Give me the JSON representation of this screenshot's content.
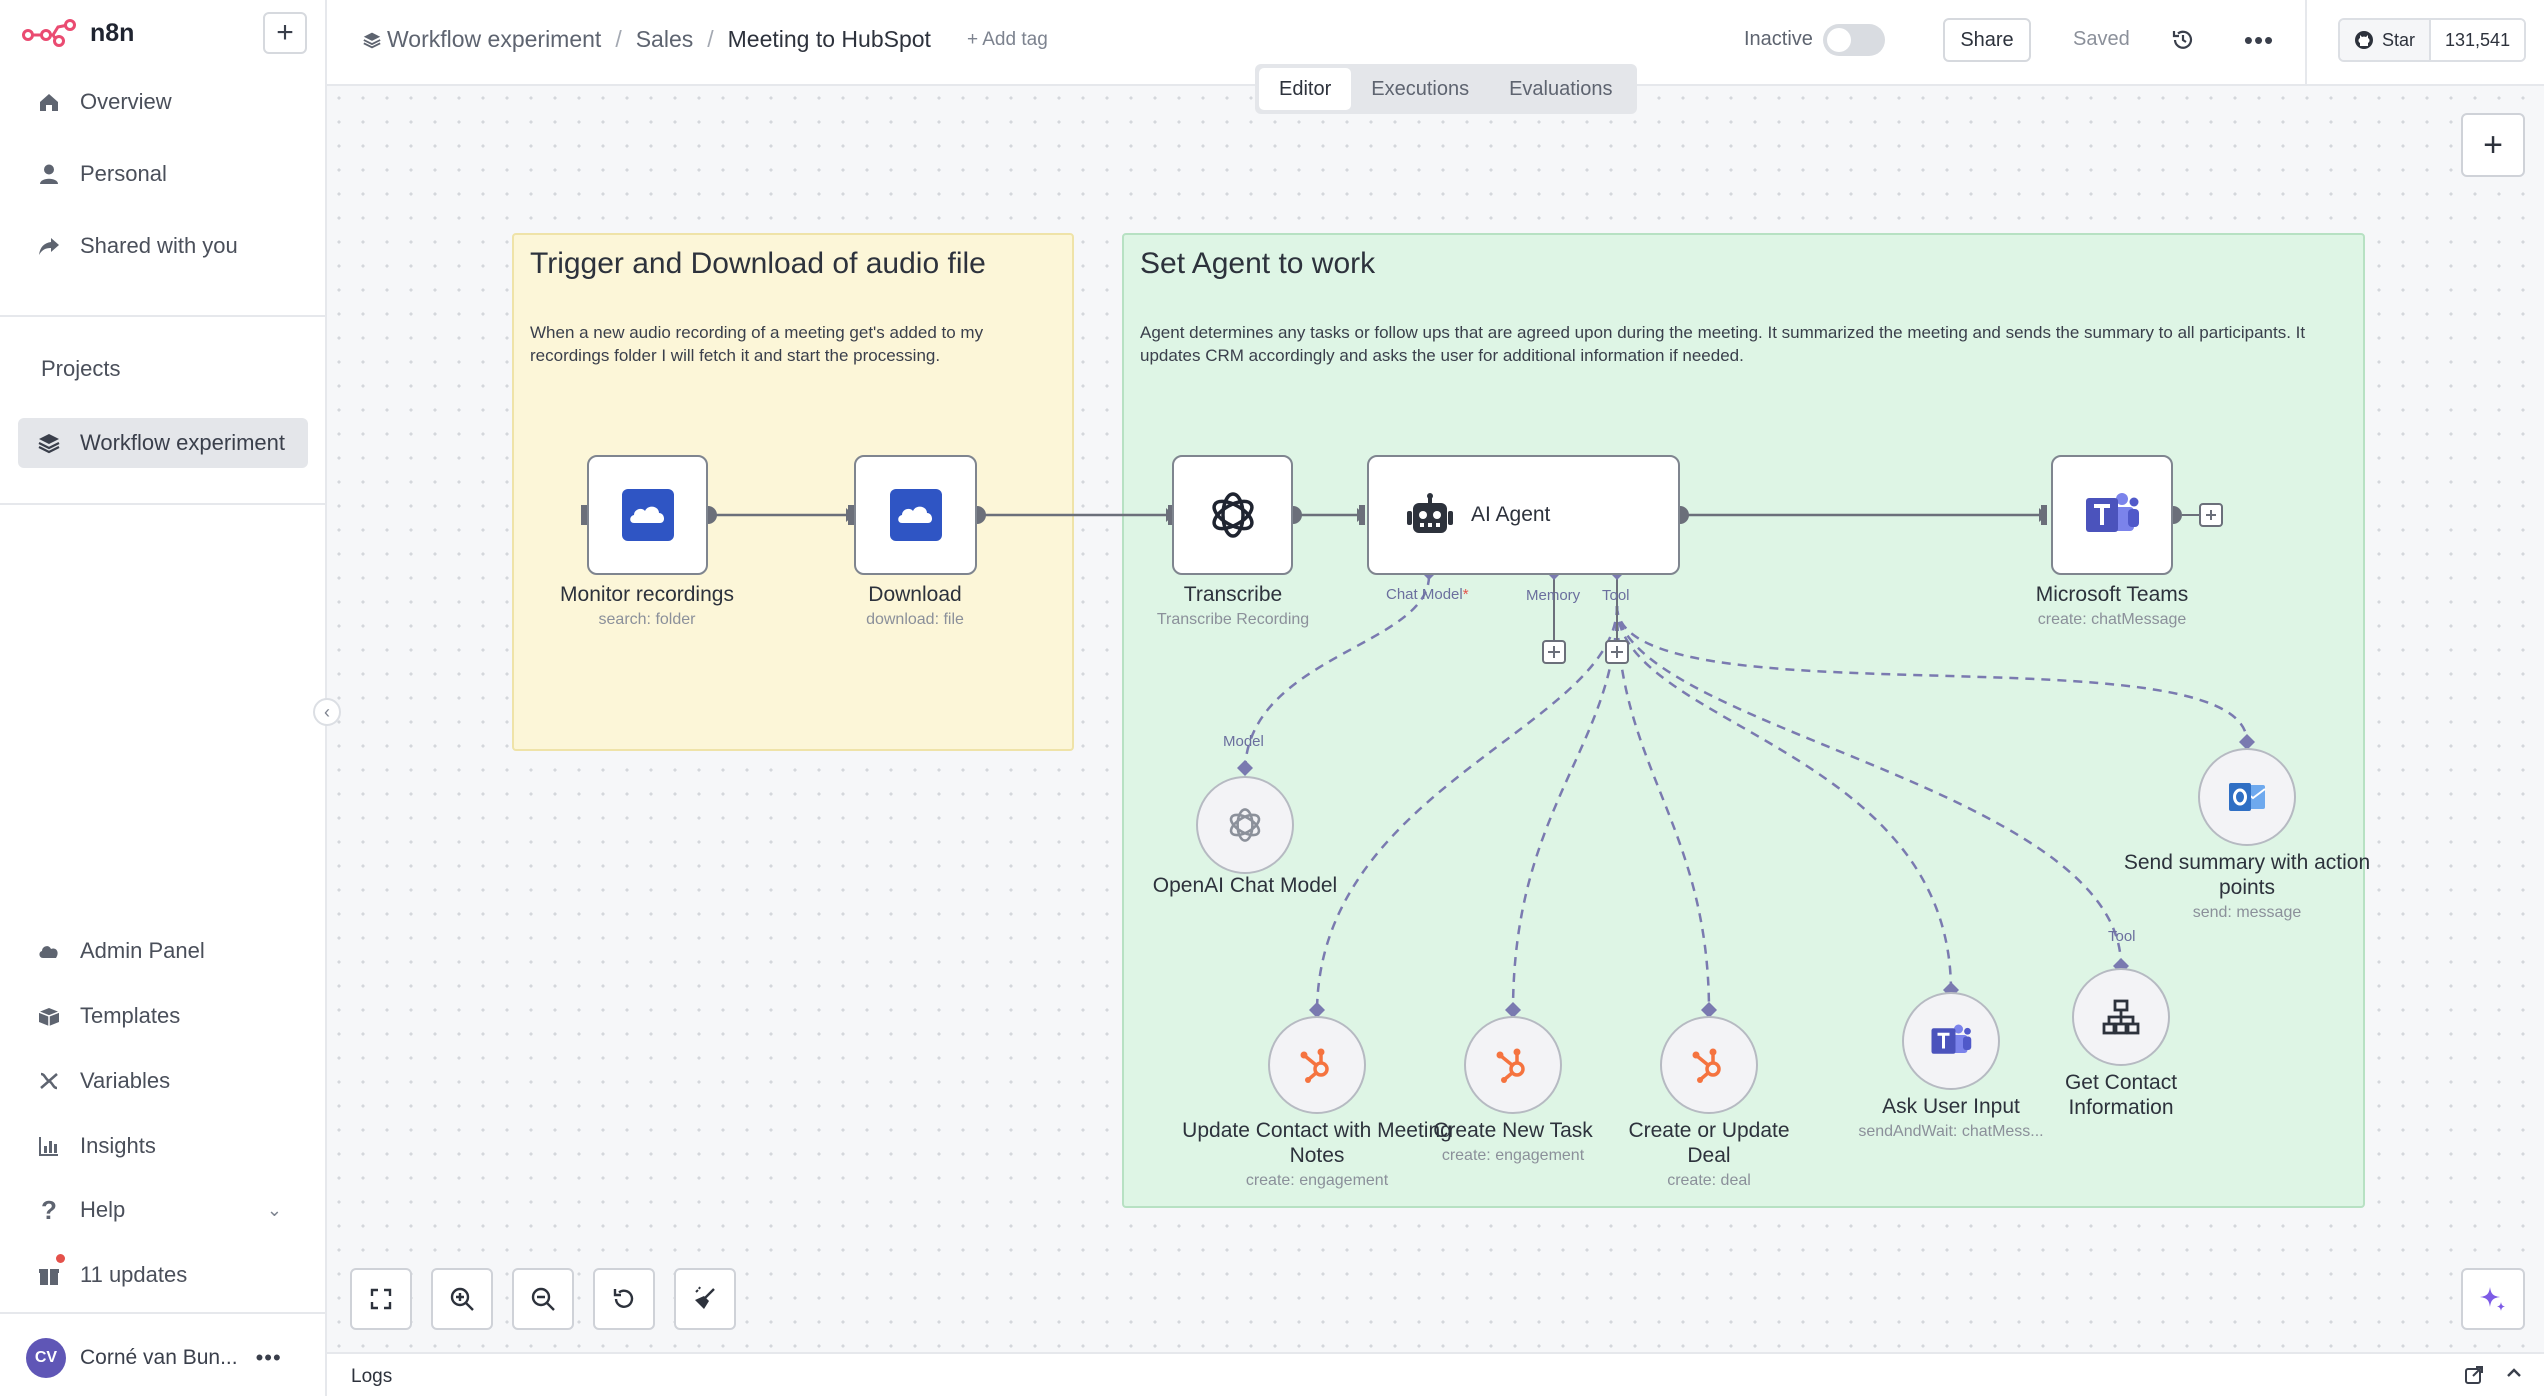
{
  "app": {
    "name": "n8n"
  },
  "sidebar": {
    "nav": [
      {
        "label": "Overview",
        "icon": "home-icon"
      },
      {
        "label": "Personal",
        "icon": "user-icon"
      },
      {
        "label": "Shared with you",
        "icon": "share-icon"
      }
    ],
    "projects_title": "Projects",
    "project": {
      "label": "Workflow experiment",
      "icon": "layers-icon"
    },
    "bottom": [
      {
        "label": "Admin Panel",
        "icon": "cloud-icon"
      },
      {
        "label": "Templates",
        "icon": "box-icon"
      },
      {
        "label": "Variables",
        "icon": "variable-icon"
      },
      {
        "label": "Insights",
        "icon": "chart-icon"
      },
      {
        "label": "Help",
        "icon": "help-icon"
      },
      {
        "label": "11 updates",
        "icon": "gift-icon"
      }
    ],
    "user": {
      "initials": "CV",
      "name": "Corné van Bun..."
    }
  },
  "header": {
    "breadcrumb": [
      "Workflow experiment",
      "Sales",
      "Meeting to HubSpot"
    ],
    "add_tag": "+ Add tag",
    "status": "Inactive",
    "share": "Share",
    "saved": "Saved",
    "github": {
      "star": "Star",
      "count": "131,541"
    }
  },
  "tabs": [
    "Editor",
    "Executions",
    "Evaluations"
  ],
  "canvas": {
    "stickies": [
      {
        "title": "Trigger and Download of audio file",
        "text": "When a new audio recording of a meeting get's added to my recordings folder I will fetch it and start the processing."
      },
      {
        "title": "Set Agent to work",
        "text": "Agent determines any tasks or follow ups that are agreed upon during the meeting. It summarized the meeting and sends the summary to all participants. It updates CRM accordingly and asks the user for additional information if needed."
      }
    ],
    "nodes": {
      "monitor": {
        "label": "Monitor recordings",
        "sub": "search: folder",
        "icon": "onedrive-icon"
      },
      "download": {
        "label": "Download",
        "sub": "download: file",
        "icon": "onedrive-icon"
      },
      "transcribe": {
        "label": "Transcribe",
        "sub": "Transcribe Recording",
        "icon": "openai-icon"
      },
      "agent": {
        "label": "AI Agent",
        "icon": "robot-icon"
      },
      "teams": {
        "label": "Microsoft Teams",
        "sub": "create: chatMessage",
        "icon": "teams-icon"
      },
      "openai_model": {
        "label": "OpenAI Chat Model",
        "icon": "openai-icon"
      },
      "update_contact": {
        "label": "Update Contact with Meeting Notes",
        "sub": "create: engagement",
        "icon": "hubspot-icon"
      },
      "new_task": {
        "label": "Create New Task",
        "sub": "create: engagement",
        "icon": "hubspot-icon"
      },
      "deal": {
        "label": "Create or Update Deal",
        "sub": "create: deal",
        "icon": "hubspot-icon"
      },
      "ask_user": {
        "label": "Ask User Input",
        "sub": "sendAndWait: chatMess...",
        "icon": "teams-icon"
      },
      "contact_info": {
        "label": "Get Contact Information",
        "icon": "sitemap-icon"
      },
      "summary": {
        "label": "Send summary with action points",
        "sub": "send: message",
        "icon": "outlook-icon"
      }
    },
    "ports": {
      "chat_model": "Chat Model",
      "required_mark": "*",
      "memory": "Memory",
      "tool": "Tool",
      "model": "Model",
      "tool2": "Tool"
    }
  },
  "logs": {
    "label": "Logs"
  },
  "colors": {
    "accent": "#7a7ab0",
    "wire": "#6b6f7a",
    "sticky_yellow": "#fcf6d8",
    "sticky_green": "#def5e5",
    "hubspot": "#f5733f",
    "teams": "#5b5fc7",
    "onedrive": "#2f55c4",
    "outlook": "#2f6fc4",
    "logo": "#ea4b71"
  }
}
